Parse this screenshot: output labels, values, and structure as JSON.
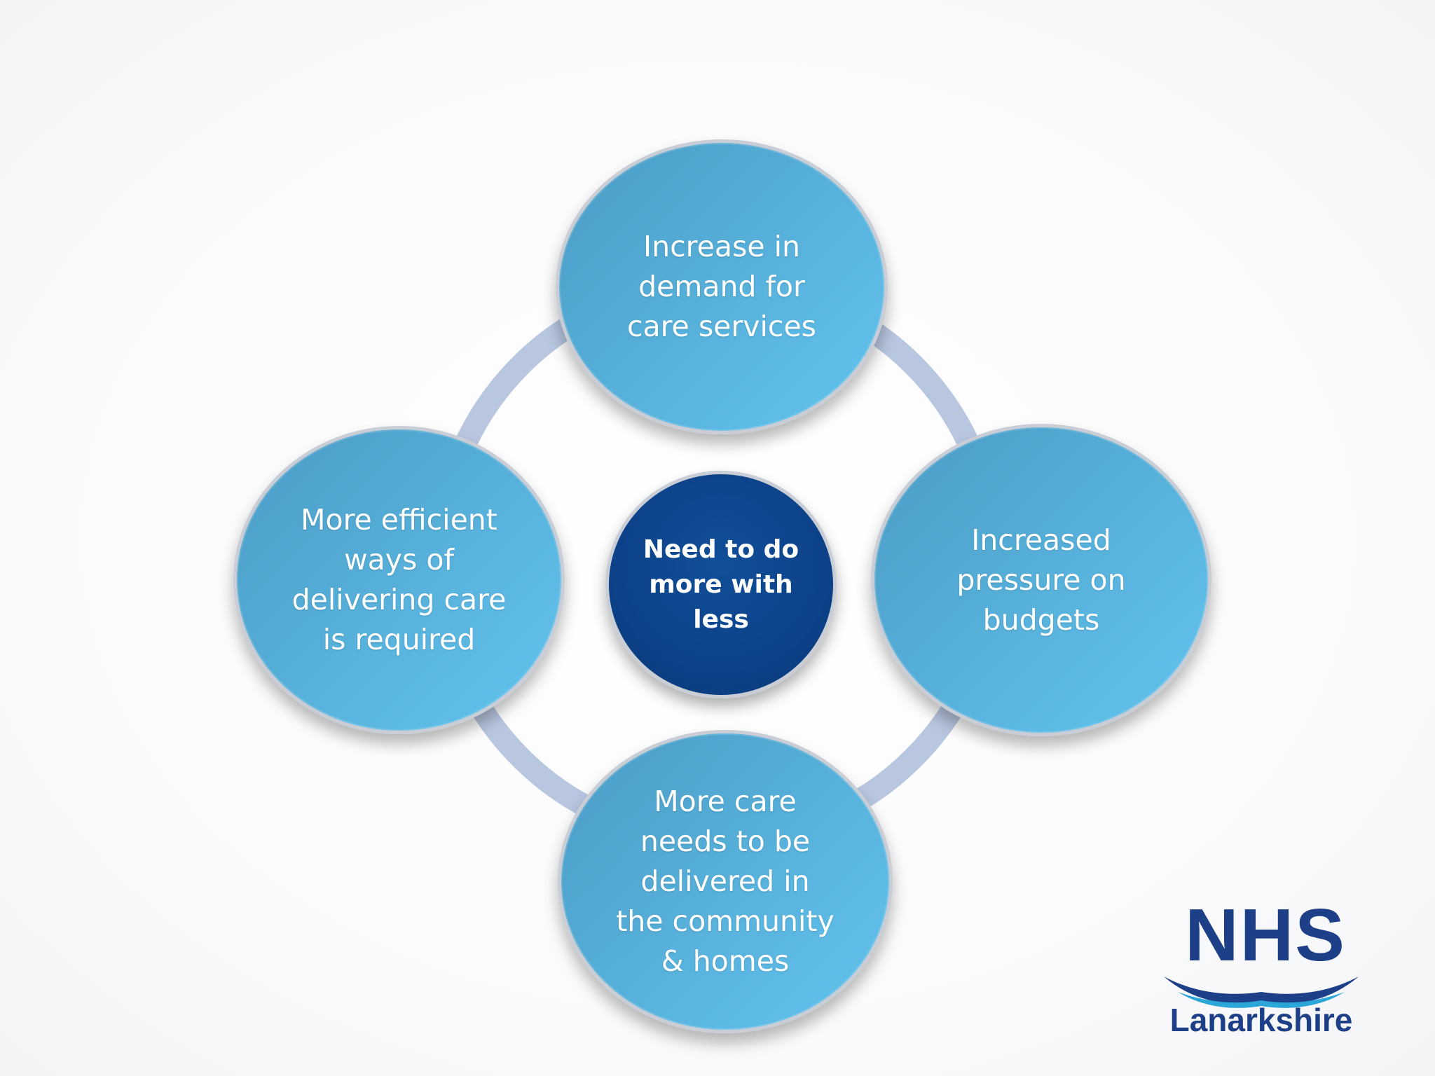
{
  "diagram": {
    "center": {
      "label": "Need to do\nmore with\nless"
    },
    "nodes": [
      {
        "id": "top",
        "label": "Increase in\ndemand for\ncare services"
      },
      {
        "id": "right",
        "label": "Increased\npressure on\nbudgets"
      },
      {
        "id": "bottom",
        "label": "More care\nneeds to be\ndelivered in\nthe community\n& homes"
      },
      {
        "id": "left",
        "label": "More efficient\nways of\ndelivering care\nis required"
      }
    ],
    "colors": {
      "ring": "#b8c6e0",
      "node": "#55aed8",
      "center": "#0d4289"
    }
  },
  "logo": {
    "org": "NHS",
    "region": "Lanarkshire",
    "color": "#1c3f87",
    "accent": "#2aa6d9"
  }
}
